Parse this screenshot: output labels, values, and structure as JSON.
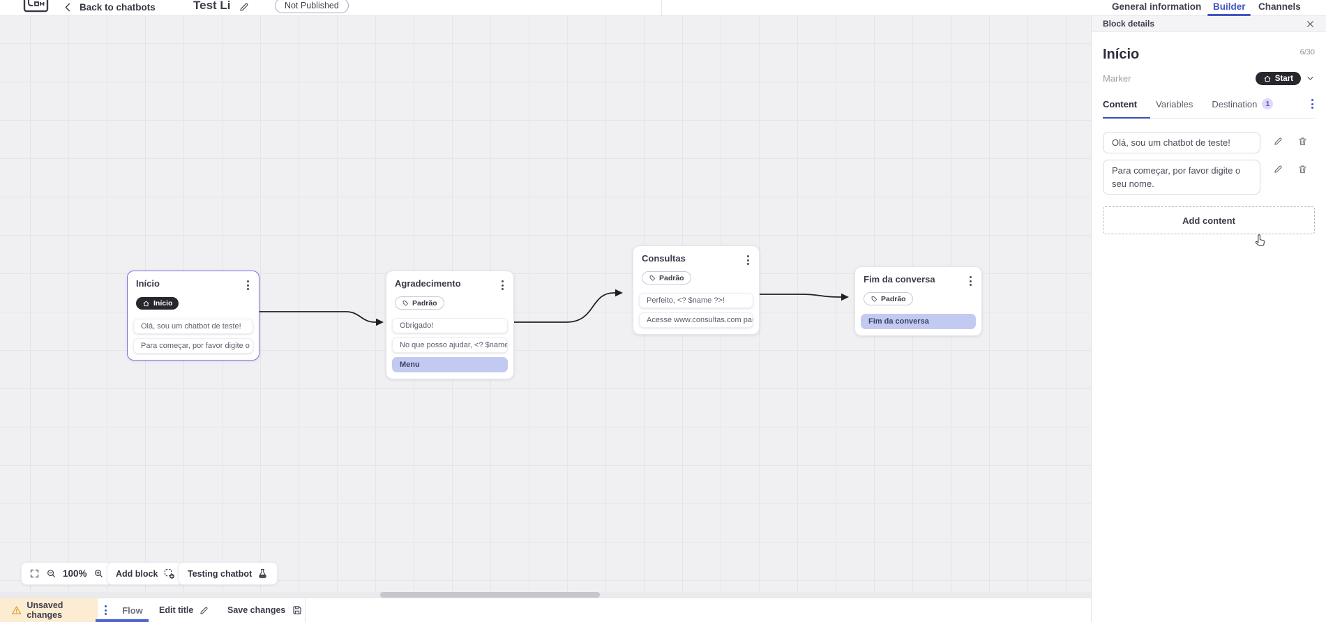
{
  "header": {
    "back_label": "Back to chatbots",
    "title": "Test Li",
    "status_badge": "Not Published",
    "tabs": [
      {
        "label": "General information",
        "active": false
      },
      {
        "label": "Builder",
        "active": true
      },
      {
        "label": "Channels",
        "active": false
      }
    ]
  },
  "block_panel": {
    "title": "Block details",
    "block_name": "Início",
    "char_count": "6/30",
    "marker_label": "Marker",
    "marker_value": "Start",
    "tabs": [
      {
        "label": "Content",
        "active": true
      },
      {
        "label": "Variables",
        "active": false
      },
      {
        "label": "Destination",
        "active": false,
        "badge": "1"
      }
    ],
    "content_items": [
      {
        "text": "Olá, sou um chatbot de teste!"
      },
      {
        "text": "Para começar, por favor digite o seu nome."
      }
    ],
    "add_content_label": "Add content"
  },
  "canvas": {
    "nodes": [
      {
        "title": "Início",
        "badge": "Início",
        "selected": true,
        "rows": [
          {
            "text": "Olá, sou um chatbot de teste!"
          },
          {
            "text": "Para começar, por favor digite o ..."
          }
        ]
      },
      {
        "title": "Agradecimento",
        "tag": "Padrão",
        "rows": [
          {
            "text": "Obrigado!"
          },
          {
            "text": "No que posso ajudar, <? $name ..."
          },
          {
            "text": "Menu",
            "highlight": true
          }
        ]
      },
      {
        "title": "Consultas",
        "tag": "Padrão",
        "rows": [
          {
            "text": "Perfeito, <? $name ?>!"
          },
          {
            "text": "Acesse www.consultas.com par..."
          }
        ]
      },
      {
        "title": "Fim da conversa",
        "tag": "Padrão",
        "rows": [
          {
            "text": "Fim da conversa",
            "highlight": true
          }
        ]
      }
    ]
  },
  "toolbar": {
    "zoom_level": "100%",
    "add_block_label": "Add block",
    "testing_label": "Testing chatbot"
  },
  "footer": {
    "unsaved_label": "Unsaved changes",
    "flow_tab_label": "Flow",
    "edit_title_label": "Edit title",
    "save_label": "Save changes"
  },
  "colors": {
    "accent_blue": "#4356c0",
    "flow_underline_indigo": "#5163cf",
    "selected_node_border": "#7b6fe6",
    "highlight_row_bg": "#c3caf1",
    "dark_marker_badge_bg": "#27272e",
    "unsaved_warning_bg": "#fbecd2",
    "warning_icon": "#dd9f2e",
    "destination_badge_bg": "#ded8f8",
    "destination_badge_text": "#6450c8"
  }
}
